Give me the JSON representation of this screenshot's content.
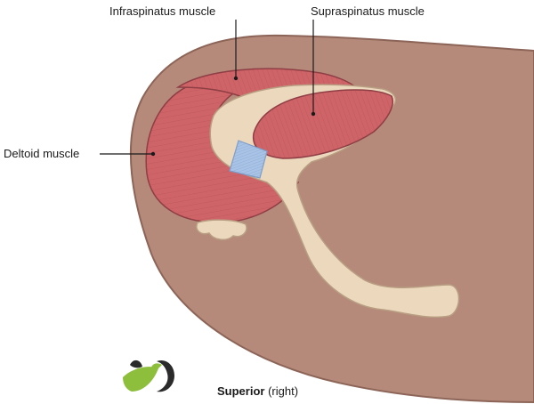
{
  "labels": {
    "infraspinatus": "Infraspinatus muscle",
    "supraspinatus": "Supraspinatus muscle",
    "deltoid": "Deltoid muscle"
  },
  "caption": {
    "view": "Superior",
    "side": "(right)"
  },
  "logo": {
    "name": "kenhub-logo"
  },
  "colors": {
    "skin": "#b58a7a",
    "skin_outline": "#8c6558",
    "muscle": "#cf6468",
    "muscle_dark": "#a84a4f",
    "bone": "#ecd8bd",
    "tendon": "#a9c3e6",
    "logo_green": "#8dbe3c"
  }
}
